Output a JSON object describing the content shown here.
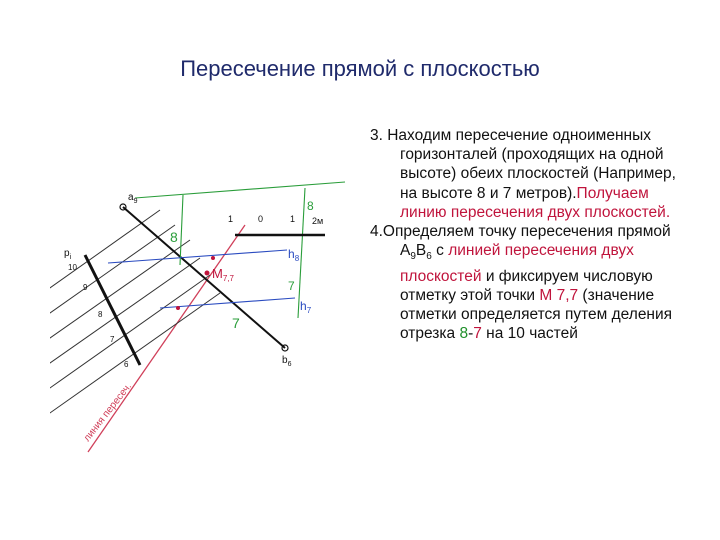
{
  "title": "Пересечение  прямой с плоскостью",
  "steps": [
    {
      "p1": "3. Находим пересечение одноименных горизонталей (проходящих на одной высоте) обеих плоскостей (Например, на высоте 8 и 7 метров).",
      "p2": "Получаем линию пересечения двух плоскостей."
    },
    {
      "p1": "4.Определяем точку пересечения прямой А",
      "sub_a": "9",
      "p2": "В",
      "sub_b": "6",
      "p3": " с ",
      "p4": "линией пересечения двух плоскостей",
      "p5": " и фиксируем числовую отметку этой точки ",
      "p6": "М 7,7",
      "p7": " (значение отметки определяется путем деления отрезка ",
      "p8": "8",
      "p9": "-",
      "p10": "7",
      "p11": " на 10 частей"
    }
  ],
  "diagram": {
    "labels": {
      "a9": "a",
      "a9_sub": "9",
      "b6": "b",
      "b6_sub": "6",
      "pi": "p",
      "pi_sub": "i",
      "scale_1a": "1",
      "scale_0": "0",
      "scale_1b": "1",
      "scale_2m": "2м",
      "h8": "h",
      "h8_sub": "8",
      "h7": "h",
      "h7_sub": "7",
      "m": "M",
      "m_sub": "7,7",
      "tick10": "10",
      "tick9": "9",
      "tick8": "8",
      "tick7": "7",
      "tick6": "6",
      "g8": "8",
      "g7": "7",
      "g8b": "8",
      "g7b": "7",
      "intersection_line": "линия пересеч."
    }
  }
}
